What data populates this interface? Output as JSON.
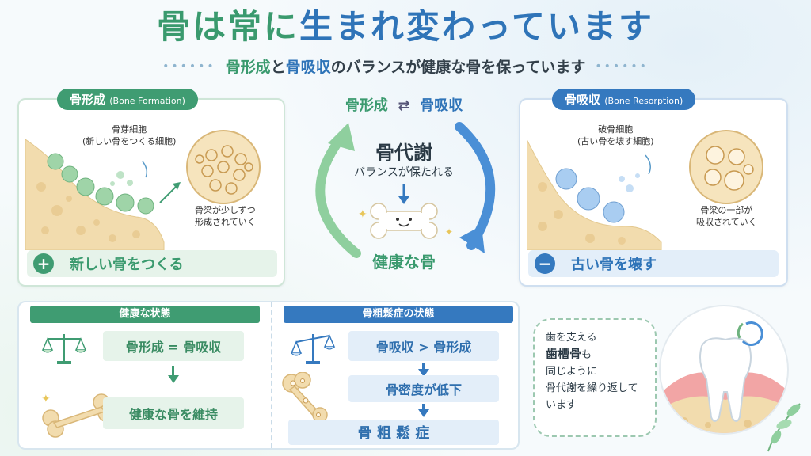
{
  "title": {
    "part1": "骨は常に",
    "part2": "生まれ変わっています"
  },
  "subtitle": {
    "dots_left": "••••••",
    "w1": "骨形成",
    "w2": "と",
    "w3": "骨吸収",
    "w4": "のバランスが健康な骨を保っています",
    "dots_right": "••••••"
  },
  "formation": {
    "pill": "骨形成",
    "pill_en": "(Bone Formation)",
    "cell_label": "骨芽細胞\n(新しい骨をつくる細胞)",
    "result_label": "骨梁が少しずつ\n形成されていく",
    "action_icon": "+",
    "action": "新しい骨をつくる"
  },
  "resorption": {
    "pill": "骨吸収",
    "pill_en": "(Bone Resorption)",
    "cell_label": "破骨細胞\n(古い骨を壊す細胞)",
    "result_label": "骨梁の一部が\n吸収されていく",
    "action_icon": "−",
    "action": "古い骨を壊す"
  },
  "cycle": {
    "left": "骨形成",
    "arrows": "⇄",
    "right": "骨吸収",
    "title": "骨代謝",
    "subtitle": "バランスが保たれる",
    "result": "健康な骨"
  },
  "healthy": {
    "head": "健康な状態",
    "eq": "骨形成 = 骨吸収",
    "result": "健康な骨を維持"
  },
  "osteo": {
    "head": "骨粗鬆症の状態",
    "eq": "骨吸収 > 骨形成",
    "step": "骨密度が低下",
    "result": "骨 粗 鬆 症"
  },
  "bubble": {
    "l1": "歯を支える",
    "l2": "歯槽骨",
    "l2b": "も",
    "l3": "同じように",
    "l4": "骨代謝を繰り返して",
    "l5": "います"
  },
  "colors": {
    "green": "#3f9c72",
    "blue": "#3579bf"
  },
  "icons": [
    "plus-icon",
    "minus-icon",
    "scale-icon",
    "bone-icon",
    "tooth-icon",
    "cycle-arrows-icon",
    "leaf-icon",
    "sparkle-icon"
  ]
}
